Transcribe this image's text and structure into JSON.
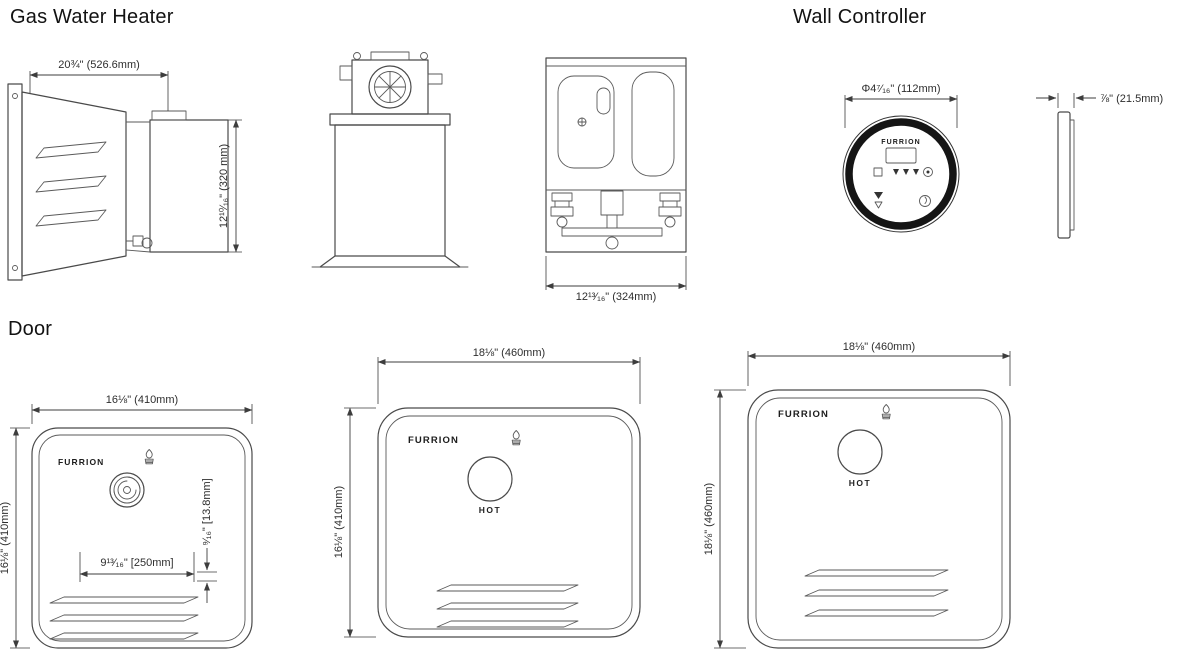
{
  "sections": {
    "heater": {
      "title": "Gas Water Heater"
    },
    "controller": {
      "title": "Wall Controller"
    },
    "door": {
      "title": "Door"
    }
  },
  "heater": {
    "side": {
      "width": "20¾\" (526.6mm)",
      "height": "12¹⁰⁄₁₆\" (320 mm)"
    },
    "back": {
      "width": "12¹³⁄₁₆\" (324mm)"
    }
  },
  "controller": {
    "brand": "FURRION",
    "diameter": "Φ4⁷⁄₁₆\" (112mm)",
    "depth": "⅞\" (21.5mm)"
  },
  "doors": {
    "small": {
      "brand": "FURRION",
      "width": "16⅛\" (410mm)",
      "height": "16⅛\" (410mm)",
      "vent_spacing": "9¹³⁄₁₆\" [250mm]",
      "slot_height": "⁹⁄₁₆\" [13.8mm]"
    },
    "medium": {
      "brand": "FURRION",
      "width": "18⅛\" (460mm)",
      "height": "16⅛\" (410mm)",
      "label": "HOT"
    },
    "large": {
      "brand": "FURRION",
      "width": "18⅛\" (460mm)",
      "height": "18⅛\" (460mm)",
      "label": "HOT"
    }
  },
  "colors": {
    "line": "#4a4a4a",
    "dim": "#3d3d3d",
    "ring": "#151515"
  },
  "icons": {
    "gas_flame": "gas-flame-icon",
    "vent_fan": "vent-fan-icon",
    "screw": "screw-cross-icon",
    "power": "power-button-icon"
  }
}
